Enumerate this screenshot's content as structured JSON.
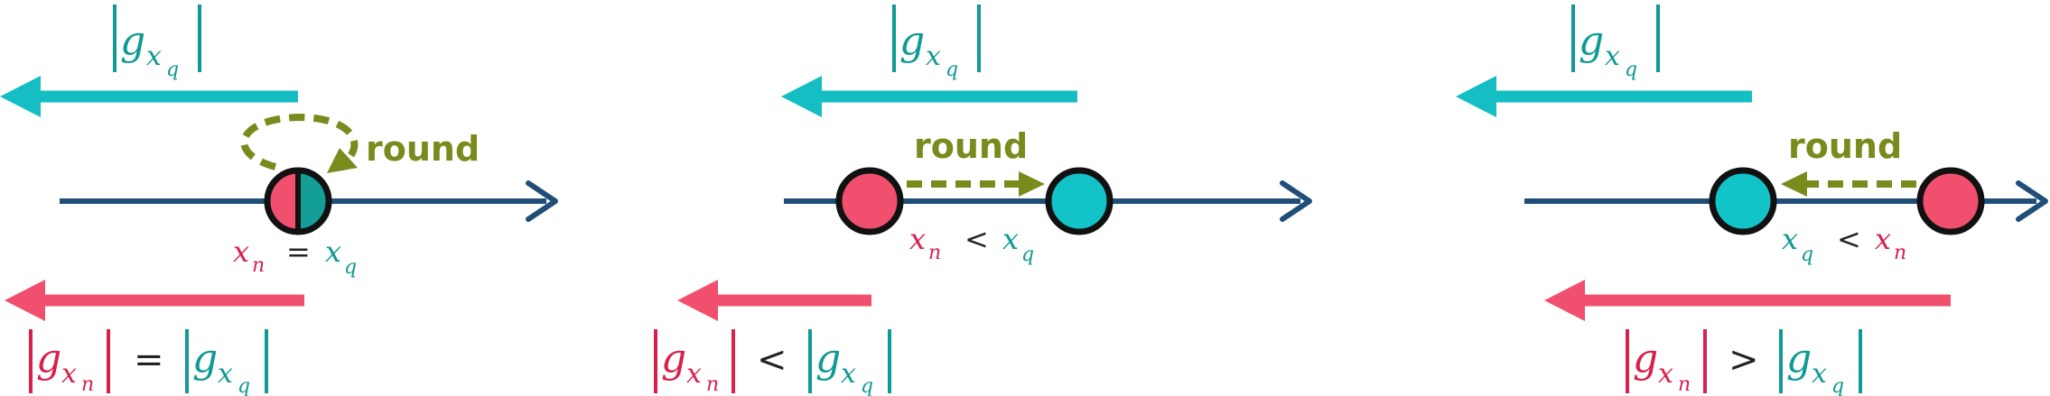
{
  "colors": {
    "teal_arrow": "#14BEC3",
    "pink_arrow": "#F0506E",
    "teal_text": "#0F9A93",
    "pink_text": "#D9204C",
    "axis": "#1F4E79",
    "olive": "#7A8A1C",
    "outline": "#111111",
    "dark_text": "#222222"
  },
  "labels": {
    "round": "round",
    "g": "g",
    "x": "x",
    "sub_n": "n",
    "sub_q": "q",
    "eq": "=",
    "lt": "<",
    "gt": ">"
  },
  "panels": [
    {
      "id": "equal",
      "top_expr": "|g_{x_q}|",
      "points_relation": "x_n = x_q",
      "bottom_relation": "|g_{x_n}| = |g_{x_q}|"
    },
    {
      "id": "less",
      "top_expr": "|g_{x_q}|",
      "points_relation": "x_n < x_q",
      "bottom_relation": "|g_{x_n}| < |g_{x_q}|"
    },
    {
      "id": "greater",
      "top_expr": "|g_{x_q}|",
      "points_relation": "x_q < x_n",
      "bottom_relation": "|g_{x_n}| > |g_{x_q}|"
    }
  ]
}
